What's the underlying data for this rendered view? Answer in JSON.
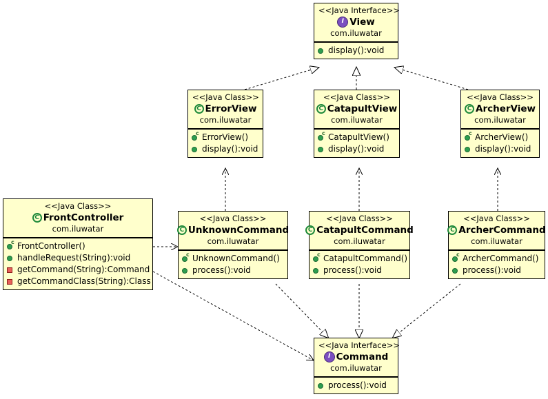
{
  "diagram": {
    "kind": "uml-class-diagram",
    "background": "#ffffff",
    "box_fill": "#ffffcc",
    "box_border": "#000000",
    "interface_icon_color": "#7b4fc0",
    "class_icon_color": "#1f8a3b",
    "public_member_color": "#2e9e4f",
    "private_member_color": "#e8605a",
    "package": "com.iluwatar"
  },
  "icons": {
    "interface": "I",
    "class": "C",
    "constructor_superscript": "c"
  },
  "stereotypes": {
    "interface": "<<Java Interface>>",
    "class": "<<Java Class>>"
  },
  "nodes": {
    "view": {
      "stereotype": "<<Java Interface>>",
      "name": "View",
      "package": "com.iluwatar",
      "members": [
        {
          "icon": "public",
          "text": "display():void"
        }
      ]
    },
    "error_view": {
      "stereotype": "<<Java Class>>",
      "name": "ErrorView",
      "package": "com.iluwatar",
      "members": [
        {
          "icon": "constructor",
          "text": "ErrorView()"
        },
        {
          "icon": "public",
          "text": "display():void"
        }
      ]
    },
    "catapult_view": {
      "stereotype": "<<Java Class>>",
      "name": "CatapultView",
      "package": "com.iluwatar",
      "members": [
        {
          "icon": "constructor",
          "text": "CatapultView()"
        },
        {
          "icon": "public",
          "text": "display():void"
        }
      ]
    },
    "archer_view": {
      "stereotype": "<<Java Class>>",
      "name": "ArcherView",
      "package": "com.iluwatar",
      "members": [
        {
          "icon": "constructor",
          "text": "ArcherView()"
        },
        {
          "icon": "public",
          "text": "display():void"
        }
      ]
    },
    "front_controller": {
      "stereotype": "<<Java Class>>",
      "name": "FrontController",
      "package": "com.iluwatar",
      "members": [
        {
          "icon": "constructor",
          "text": "FrontController()"
        },
        {
          "icon": "public",
          "text": "handleRequest(String):void"
        },
        {
          "icon": "private",
          "text": "getCommand(String):Command"
        },
        {
          "icon": "private",
          "text": "getCommandClass(String):Class"
        }
      ]
    },
    "unknown_command": {
      "stereotype": "<<Java Class>>",
      "name": "UnknownCommand",
      "package": "com.iluwatar",
      "members": [
        {
          "icon": "constructor",
          "text": "UnknownCommand()"
        },
        {
          "icon": "public",
          "text": "process():void"
        }
      ]
    },
    "catapult_command": {
      "stereotype": "<<Java Class>>",
      "name": "CatapultCommand",
      "package": "com.iluwatar",
      "members": [
        {
          "icon": "constructor",
          "text": "CatapultCommand()"
        },
        {
          "icon": "public",
          "text": "process():void"
        }
      ]
    },
    "archer_command": {
      "stereotype": "<<Java Class>>",
      "name": "ArcherCommand",
      "package": "com.iluwatar",
      "members": [
        {
          "icon": "constructor",
          "text": "ArcherCommand()"
        },
        {
          "icon": "public",
          "text": "process():void"
        }
      ]
    },
    "command": {
      "stereotype": "<<Java Interface>>",
      "name": "Command",
      "package": "com.iluwatar",
      "members": [
        {
          "icon": "public",
          "text": "process():void"
        }
      ]
    }
  },
  "edges": [
    {
      "from": "ErrorView",
      "to": "View",
      "type": "realization"
    },
    {
      "from": "CatapultView",
      "to": "View",
      "type": "realization"
    },
    {
      "from": "ArcherView",
      "to": "View",
      "type": "realization"
    },
    {
      "from": "UnknownCommand",
      "to": "Command",
      "type": "realization"
    },
    {
      "from": "CatapultCommand",
      "to": "Command",
      "type": "realization"
    },
    {
      "from": "ArcherCommand",
      "to": "Command",
      "type": "realization"
    },
    {
      "from": "UnknownCommand",
      "to": "ErrorView",
      "type": "dependency"
    },
    {
      "from": "CatapultCommand",
      "to": "CatapultView",
      "type": "dependency"
    },
    {
      "from": "ArcherCommand",
      "to": "ArcherView",
      "type": "dependency"
    },
    {
      "from": "FrontController",
      "to": "UnknownCommand",
      "type": "dependency"
    },
    {
      "from": "FrontController",
      "to": "Command",
      "type": "dependency"
    }
  ]
}
